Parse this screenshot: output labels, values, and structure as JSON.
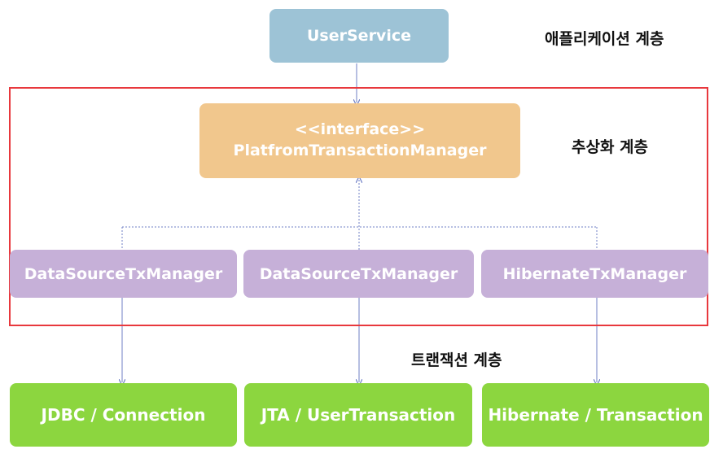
{
  "colors": {
    "service": "#9dc3d6",
    "interface": "#f1c78d",
    "manager": "#c6b0d8",
    "transaction": "#8cd63f",
    "frame": "#e8383d",
    "connector": "#6f7fc6"
  },
  "nodes": {
    "user_service": "UserService",
    "platform_manager": {
      "stereotype": "<<interface>>",
      "name": "PlatfromTransactionManager"
    },
    "managers": [
      "DataSourceTxManager",
      "DataSourceTxManager",
      "HibernateTxManager"
    ],
    "transactions": [
      "JDBC / Connection",
      "JTA / UserTransaction",
      "Hibernate / Transaction"
    ]
  },
  "layers": {
    "application": "애플리케이션 계층",
    "abstraction": "추상화 계층",
    "transaction": "트랜잭션 계층"
  }
}
